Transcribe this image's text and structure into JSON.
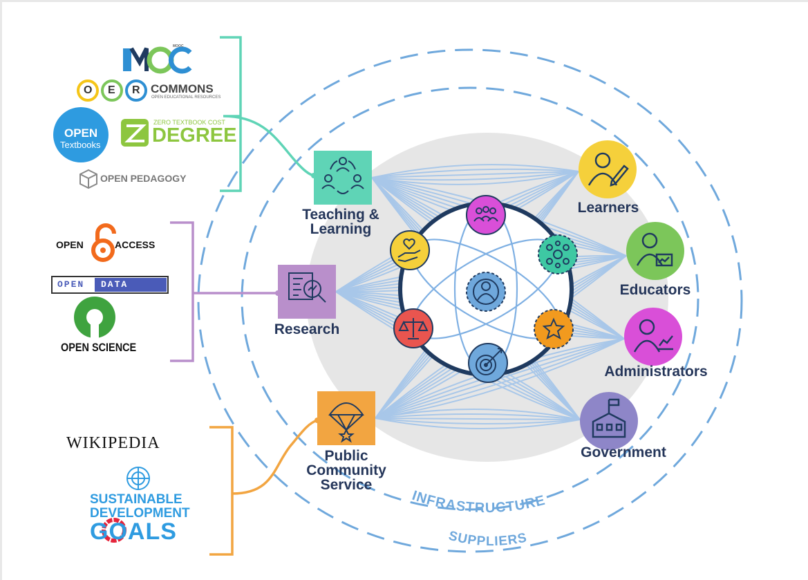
{
  "diagram": {
    "pillars": {
      "teaching": "Teaching &\nLearning",
      "research": "Research",
      "public": "Public\nCommunity\nService"
    },
    "stakeholders": {
      "learners": "Learners",
      "educators": "Educators",
      "administrators": "Administrators",
      "government": "Government"
    },
    "rings": {
      "inner": "INFRASTRUCTURE",
      "outer": "SUPPLIERS"
    },
    "logos": {
      "mooc": "MOOC",
      "oer_letters": [
        "O",
        "E",
        "R"
      ],
      "oer_commons": "COMMONS",
      "oer_sub": "OPEN EDUCATIONAL RESOURCES",
      "open_textbooks_1": "OPEN",
      "open_textbooks_2": "Textbooks",
      "ztc_small": "ZERO TEXTBOOK COST",
      "ztc_degree": "DEGREE",
      "open_pedagogy": "OPEN PEDAGOGY",
      "open_access_1": "OPEN",
      "open_access_2": "ACCESS",
      "open_data_1": "OPEN",
      "open_data_2": "DATA",
      "open_science": "OPEN SCIENCE",
      "wikipedia": "WIKIPEDIA",
      "sdg_1": "SUSTAINABLE",
      "sdg_2": "DEVELOPMENT",
      "sdg_3": "GOALS"
    },
    "colors": {
      "teal": "#5fd4b6",
      "purple": "#b98fcb",
      "orange": "#f2a541",
      "navy": "#1f3a5f",
      "ring_blue": "#6fa8dc",
      "yellow": "#f5d03b",
      "green": "#7cc65a",
      "magenta": "#d94fd8",
      "gov_purple": "#8e86c8"
    },
    "icons": [
      "people-cycle-icon",
      "research-magnifier-icon",
      "parachute-icon",
      "learner-pen-icon",
      "educator-board-icon",
      "admin-chart-icon",
      "government-building-icon",
      "group-icon",
      "hand-heart-icon",
      "network-circles-icon",
      "user-center-icon",
      "scales-icon",
      "star-icon",
      "target-icon"
    ]
  }
}
